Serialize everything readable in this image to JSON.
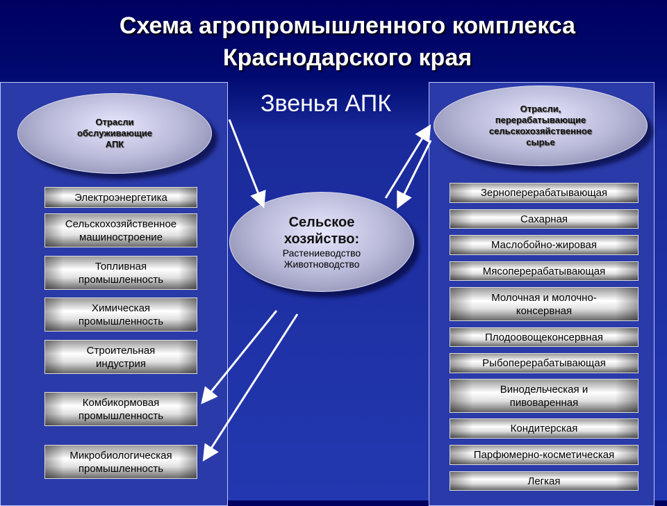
{
  "title": {
    "line1": "Схема агропромышленного комплекса",
    "line2": "Краснодарского края"
  },
  "subtitle": "Звенья АПК",
  "left": {
    "header": [
      "Отрасли",
      "обслуживающие",
      "АПК"
    ],
    "items": [
      "Электроэнергетика",
      "Сельскохозяйственное машиностроение",
      "Топливная промышленность",
      "Химическая промышленность",
      "Строительная индустрия",
      "Комбикормовая промышленность",
      "Микробиологическая промышленность"
    ]
  },
  "center": {
    "title": [
      "Сельское",
      "хозяйство:"
    ],
    "lines": [
      "Растениеводство",
      "Животноводство"
    ]
  },
  "right": {
    "header": [
      "Отрасли,",
      "перерабатывающие",
      "сельскохозяйственное",
      "сырье"
    ],
    "items": [
      "Зерноперерабатывающая",
      "Сахарная",
      "Маслобойно-жировая",
      "Мясоперерабатывающая",
      "Молочная и молочно-консервная",
      "Плодоовощеконсервная",
      "Рыбоперерабатывающая",
      "Винодельческая и пивоваренная",
      "Кондитерская",
      "Парфюмерно-косметическая",
      "Легкая"
    ]
  }
}
